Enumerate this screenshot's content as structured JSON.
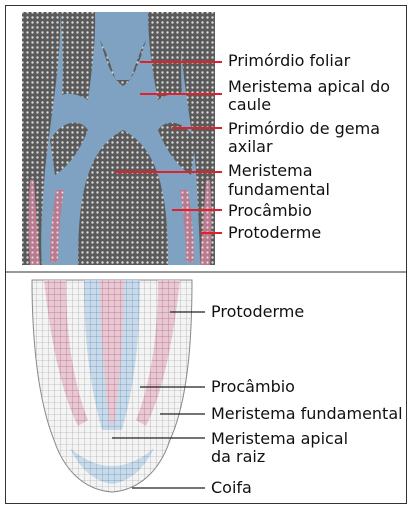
{
  "shoot": {
    "labels": {
      "primordio_foliar": "Primórdio foliar",
      "meristema_apical_caule_l1": "Meristema apical do",
      "meristema_apical_caule_l2": "caule",
      "primordio_gema_l1": "Primórdio de gema",
      "primordio_gema_l2": "axilar",
      "meristema_fund_l1": "Meristema",
      "meristema_fund_l2": "fundamental",
      "procambio": "Procâmbio",
      "protoderme": "Protoderme"
    },
    "leader_color": "#e0202a"
  },
  "root": {
    "labels": {
      "protoderme": "Protoderme",
      "procambio": "Procâmbio",
      "meristema_fundamental": "Meristema fundamental",
      "meristema_apical_l1": "Meristema apical",
      "meristema_apical_l2": "da raiz",
      "coifa": "Coifa"
    },
    "leader_color": "#222222"
  },
  "colors": {
    "tissue_dark": "#4a4a4a",
    "tissue_blue": "#8fb0cc",
    "tissue_pink": "#c98ca0",
    "frame": "#333333"
  }
}
